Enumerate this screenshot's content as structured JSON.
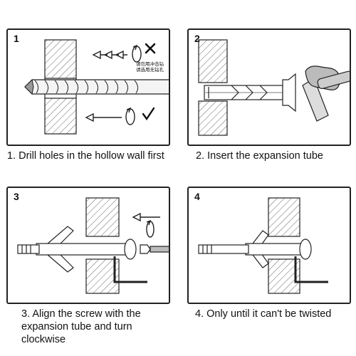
{
  "steps": [
    {
      "number": "1",
      "caption": "1. Drill holes in the hollow wall first",
      "note_line1": "请勿用冲击钻",
      "note_line2": "请选用无钻孔"
    },
    {
      "number": "2",
      "caption": "2. Insert the expansion tube"
    },
    {
      "number": "3",
      "caption": "3. Align the screw with the expansion tube and turn clockwise"
    },
    {
      "number": "4",
      "caption": "4. Only until it can't be twisted"
    }
  ],
  "icons": {
    "wrong": "cross-icon",
    "right": "check-icon",
    "rotate": "rotate-icon",
    "arrow": "arrow-left-icon"
  }
}
